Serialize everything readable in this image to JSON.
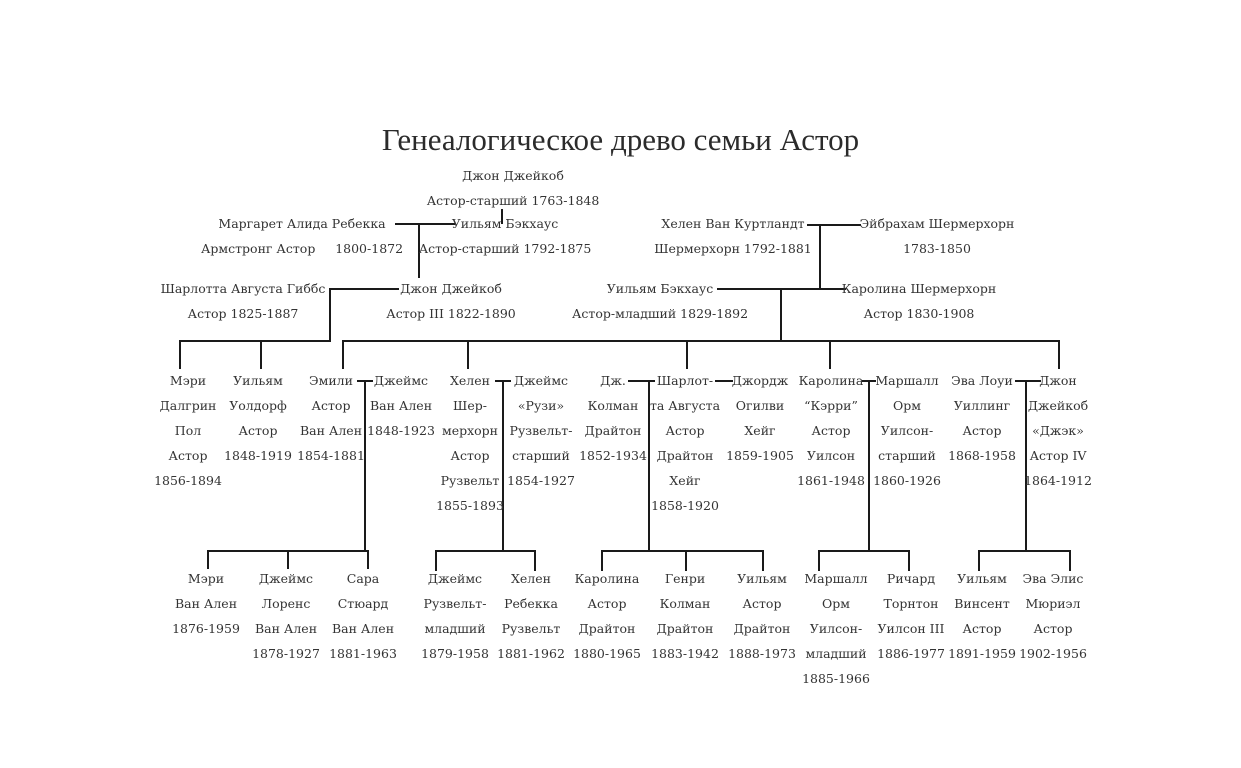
{
  "title": "Генеалогическое древо семьи Астор",
  "nodes": [
    {
      "id": "jj1",
      "lines": [
        "Джон Джейкоб",
        "Астор-старший 1763-1848"
      ]
    },
    {
      "id": "mar",
      "lines": [
        "Маргарет Алида Ребекка",
        "Армстронг Астор     1800-1872"
      ]
    },
    {
      "id": "wb1",
      "lines": [
        "Уильям Бэкхаус",
        "Астор-старший 1792-1875"
      ]
    },
    {
      "id": "hvk",
      "lines": [
        "Хелен Ван Куртландт",
        "Шермерхорн 1792-1881"
      ]
    },
    {
      "id": "ash",
      "lines": [
        "Эйбрахам Шермерхорн",
        "1783-1850"
      ]
    },
    {
      "id": "cha",
      "lines": [
        "Шарлотта Августа Гиббс",
        "Астор 1825-1887"
      ]
    },
    {
      "id": "jj3",
      "lines": [
        "Джон Джейкоб",
        "Астор III 1822-1890"
      ]
    },
    {
      "id": "wb2",
      "lines": [
        "Уильям Бэкхаус",
        "Астор-младший 1829-1892"
      ]
    },
    {
      "id": "car",
      "lines": [
        "Каролина Шермерхорн",
        "Астор 1830-1908"
      ]
    },
    {
      "id": "mdp",
      "lines": [
        "Мэри",
        "Далгрин",
        "Пол",
        "Астор",
        "1856-1894"
      ]
    },
    {
      "id": "wua",
      "lines": [
        "Уильям",
        "Уолдорф",
        "Астор",
        "1848-1919"
      ]
    },
    {
      "id": "emi",
      "lines": [
        "Эмили",
        "Астор",
        "Ван Ален",
        "1854-1881"
      ]
    },
    {
      "id": "jva",
      "lines": [
        "Джеймс",
        "Ван Ален",
        "1848-1923"
      ]
    },
    {
      "id": "hel",
      "lines": [
        "Хелен",
        "Шер-",
        "мерхорн",
        "Астор",
        "Рузвельт",
        "1855-1893"
      ]
    },
    {
      "id": "jrr",
      "lines": [
        "Джеймс",
        "«Рузи»",
        "Рузвельт-",
        "старший",
        "1854-1927"
      ]
    },
    {
      "id": "jkd",
      "lines": [
        "Дж.",
        "Колман",
        "Драйтон",
        "1852-1934"
      ]
    },
    {
      "id": "sha",
      "lines": [
        "Шарлот-",
        "та Августа",
        "Астор",
        "Драйтон",
        "Хейг",
        "1858-1920"
      ]
    },
    {
      "id": "gog",
      "lines": [
        "Джордж",
        "Огилви",
        "Хейг",
        "1859-1905"
      ]
    },
    {
      "id": "kar",
      "lines": [
        "Каролина",
        "“Кэрри”",
        "Астор",
        "Уилсон",
        "1861-1948"
      ]
    },
    {
      "id": "mou",
      "lines": [
        "Маршалл",
        "Орм",
        "Уилсон-",
        "старший",
        "1860-1926"
      ]
    },
    {
      "id": "elu",
      "lines": [
        "Эва Лоуи",
        "Уиллинг",
        "Астор",
        "1868-1958"
      ]
    },
    {
      "id": "jj4",
      "lines": [
        "Джон",
        "Джейкоб",
        "«Джэк»",
        "Астор IV",
        "1864-1912"
      ]
    },
    {
      "id": "mva",
      "lines": [
        "Мэри",
        "Ван Ален",
        "1876-1959"
      ]
    },
    {
      "id": "jlv",
      "lines": [
        "Джеймс",
        "Лоренс",
        "Ван Ален",
        "1878-1927"
      ]
    },
    {
      "id": "ssv",
      "lines": [
        "Сара",
        "Стюард",
        "Ван Ален",
        "1881-1963"
      ]
    },
    {
      "id": "jrm",
      "lines": [
        "Джеймс",
        "Рузвельт-",
        "младший",
        "1879-1958"
      ]
    },
    {
      "id": "hrr",
      "lines": [
        "Хелен",
        "Ребекка",
        "Рузвельт",
        "1881-1962"
      ]
    },
    {
      "id": "kad",
      "lines": [
        "Каролина",
        "Астор",
        "Драйтон",
        "1880-1965"
      ]
    },
    {
      "id": "gkd",
      "lines": [
        "Генри",
        "Колман",
        "Драйтон",
        "1883-1942"
      ]
    },
    {
      "id": "wad",
      "lines": [
        "Уильям",
        "Астор",
        "Драйтон",
        "1888-1973"
      ]
    },
    {
      "id": "mom",
      "lines": [
        "Маршалл",
        "Орм",
        "Уилсон-",
        "младший",
        "1885-1966"
      ]
    },
    {
      "id": "rtu",
      "lines": [
        "Ричард",
        "Торнтон",
        "Уилсон III",
        "1886-1977"
      ]
    },
    {
      "id": "wva",
      "lines": [
        "Уильям",
        "Винсент",
        "Астор",
        "1891-1959"
      ]
    },
    {
      "id": "eem",
      "lines": [
        "Эва Элис",
        "Мюриэл",
        "Астор",
        "1902-1956"
      ]
    }
  ]
}
